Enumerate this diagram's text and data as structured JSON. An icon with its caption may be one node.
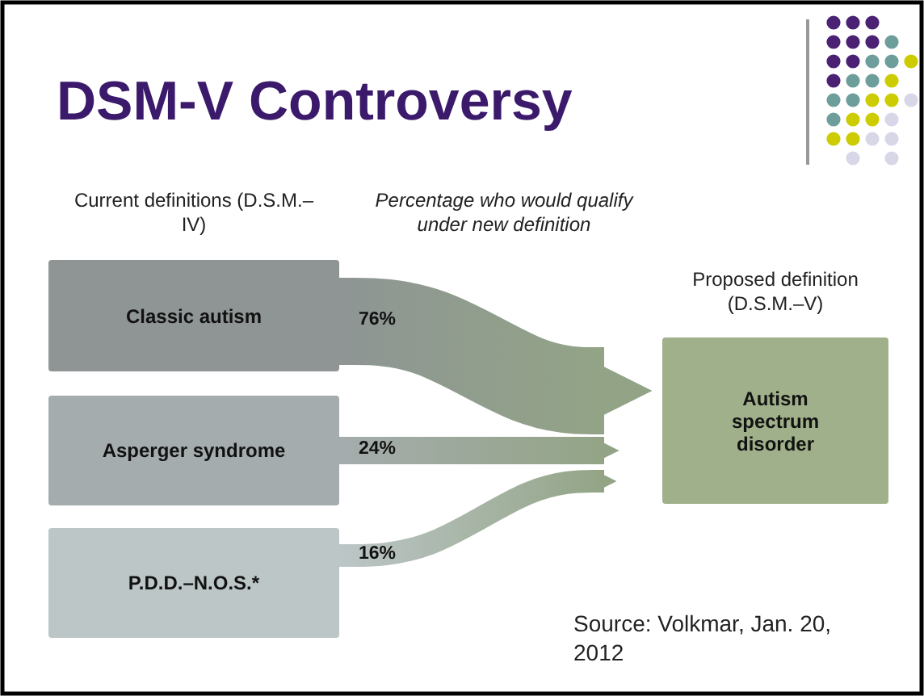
{
  "diagram": {
    "title": "DSM-V Controversy",
    "nodes": [
      {
        "text": [
          "Classic autism"
        ]
      },
      {
        "text": [
          "Asperger syndrome"
        ]
      },
      {
        "text": [
          "P.D.D.–N.O.S.*"
        ]
      },
      {
        "text": [
          "Autism spectrum disorder"
        ],
        "beside": [
          "Proposed definition (D.S.M.–V)"
        ]
      }
    ],
    "edges": [
      {
        "from": 0,
        "to": 3,
        "arrow": "to",
        "label": "76%"
      },
      {
        "from": 1,
        "to": 3,
        "arrow": "to",
        "label": "24%"
      },
      {
        "from": 2,
        "to": 3,
        "arrow": "to",
        "label": "16%"
      }
    ],
    "labels": [
      "Current definitions (D.S.M.–IV)",
      "Percentage who would qualify under new definition",
      "Source: Volkmar, Jan. 20, 2012"
    ]
  }
}
